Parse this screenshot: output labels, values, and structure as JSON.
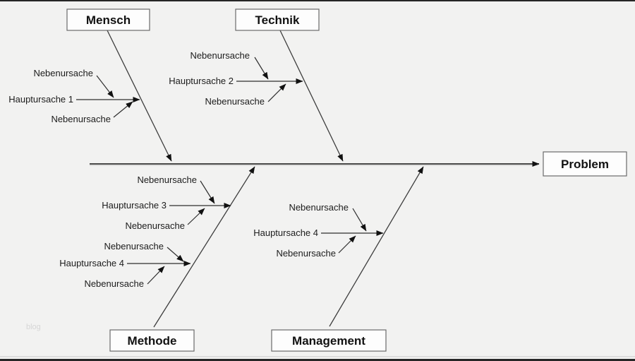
{
  "diagram": {
    "type": "ishikawa-fishbone",
    "problem_label": "Problem",
    "watermark": "blog",
    "colors": {
      "background": "#f2f2f1",
      "line": "#3d3d3d",
      "box_fill": "#fdfdfd",
      "box_border": "#6b6b6b",
      "text": "#1c1c1c",
      "watermark": "#d6d6d6"
    },
    "categories": [
      {
        "label": "Mensch",
        "position": "top-left",
        "branches": [
          {
            "main": "Hauptursache 1",
            "subs": [
              "Nebenursache",
              "Nebenursache"
            ]
          }
        ]
      },
      {
        "label": "Technik",
        "position": "top-center",
        "branches": [
          {
            "main": "Hauptursache 2",
            "subs": [
              "Nebenursache",
              "Nebenursache"
            ]
          }
        ]
      },
      {
        "label": "Methode",
        "position": "bottom-left",
        "branches": [
          {
            "main": "Hauptursache 3",
            "subs": [
              "Nebenursache",
              "Nebenursache"
            ]
          },
          {
            "main": "Hauptursache 4",
            "subs": [
              "Nebenursache",
              "Nebenursache"
            ]
          }
        ]
      },
      {
        "label": "Management",
        "position": "bottom-center",
        "branches": [
          {
            "main": "Hauptursache 4",
            "subs": [
              "Nebenursache",
              "Nebenursache"
            ]
          }
        ]
      }
    ]
  }
}
